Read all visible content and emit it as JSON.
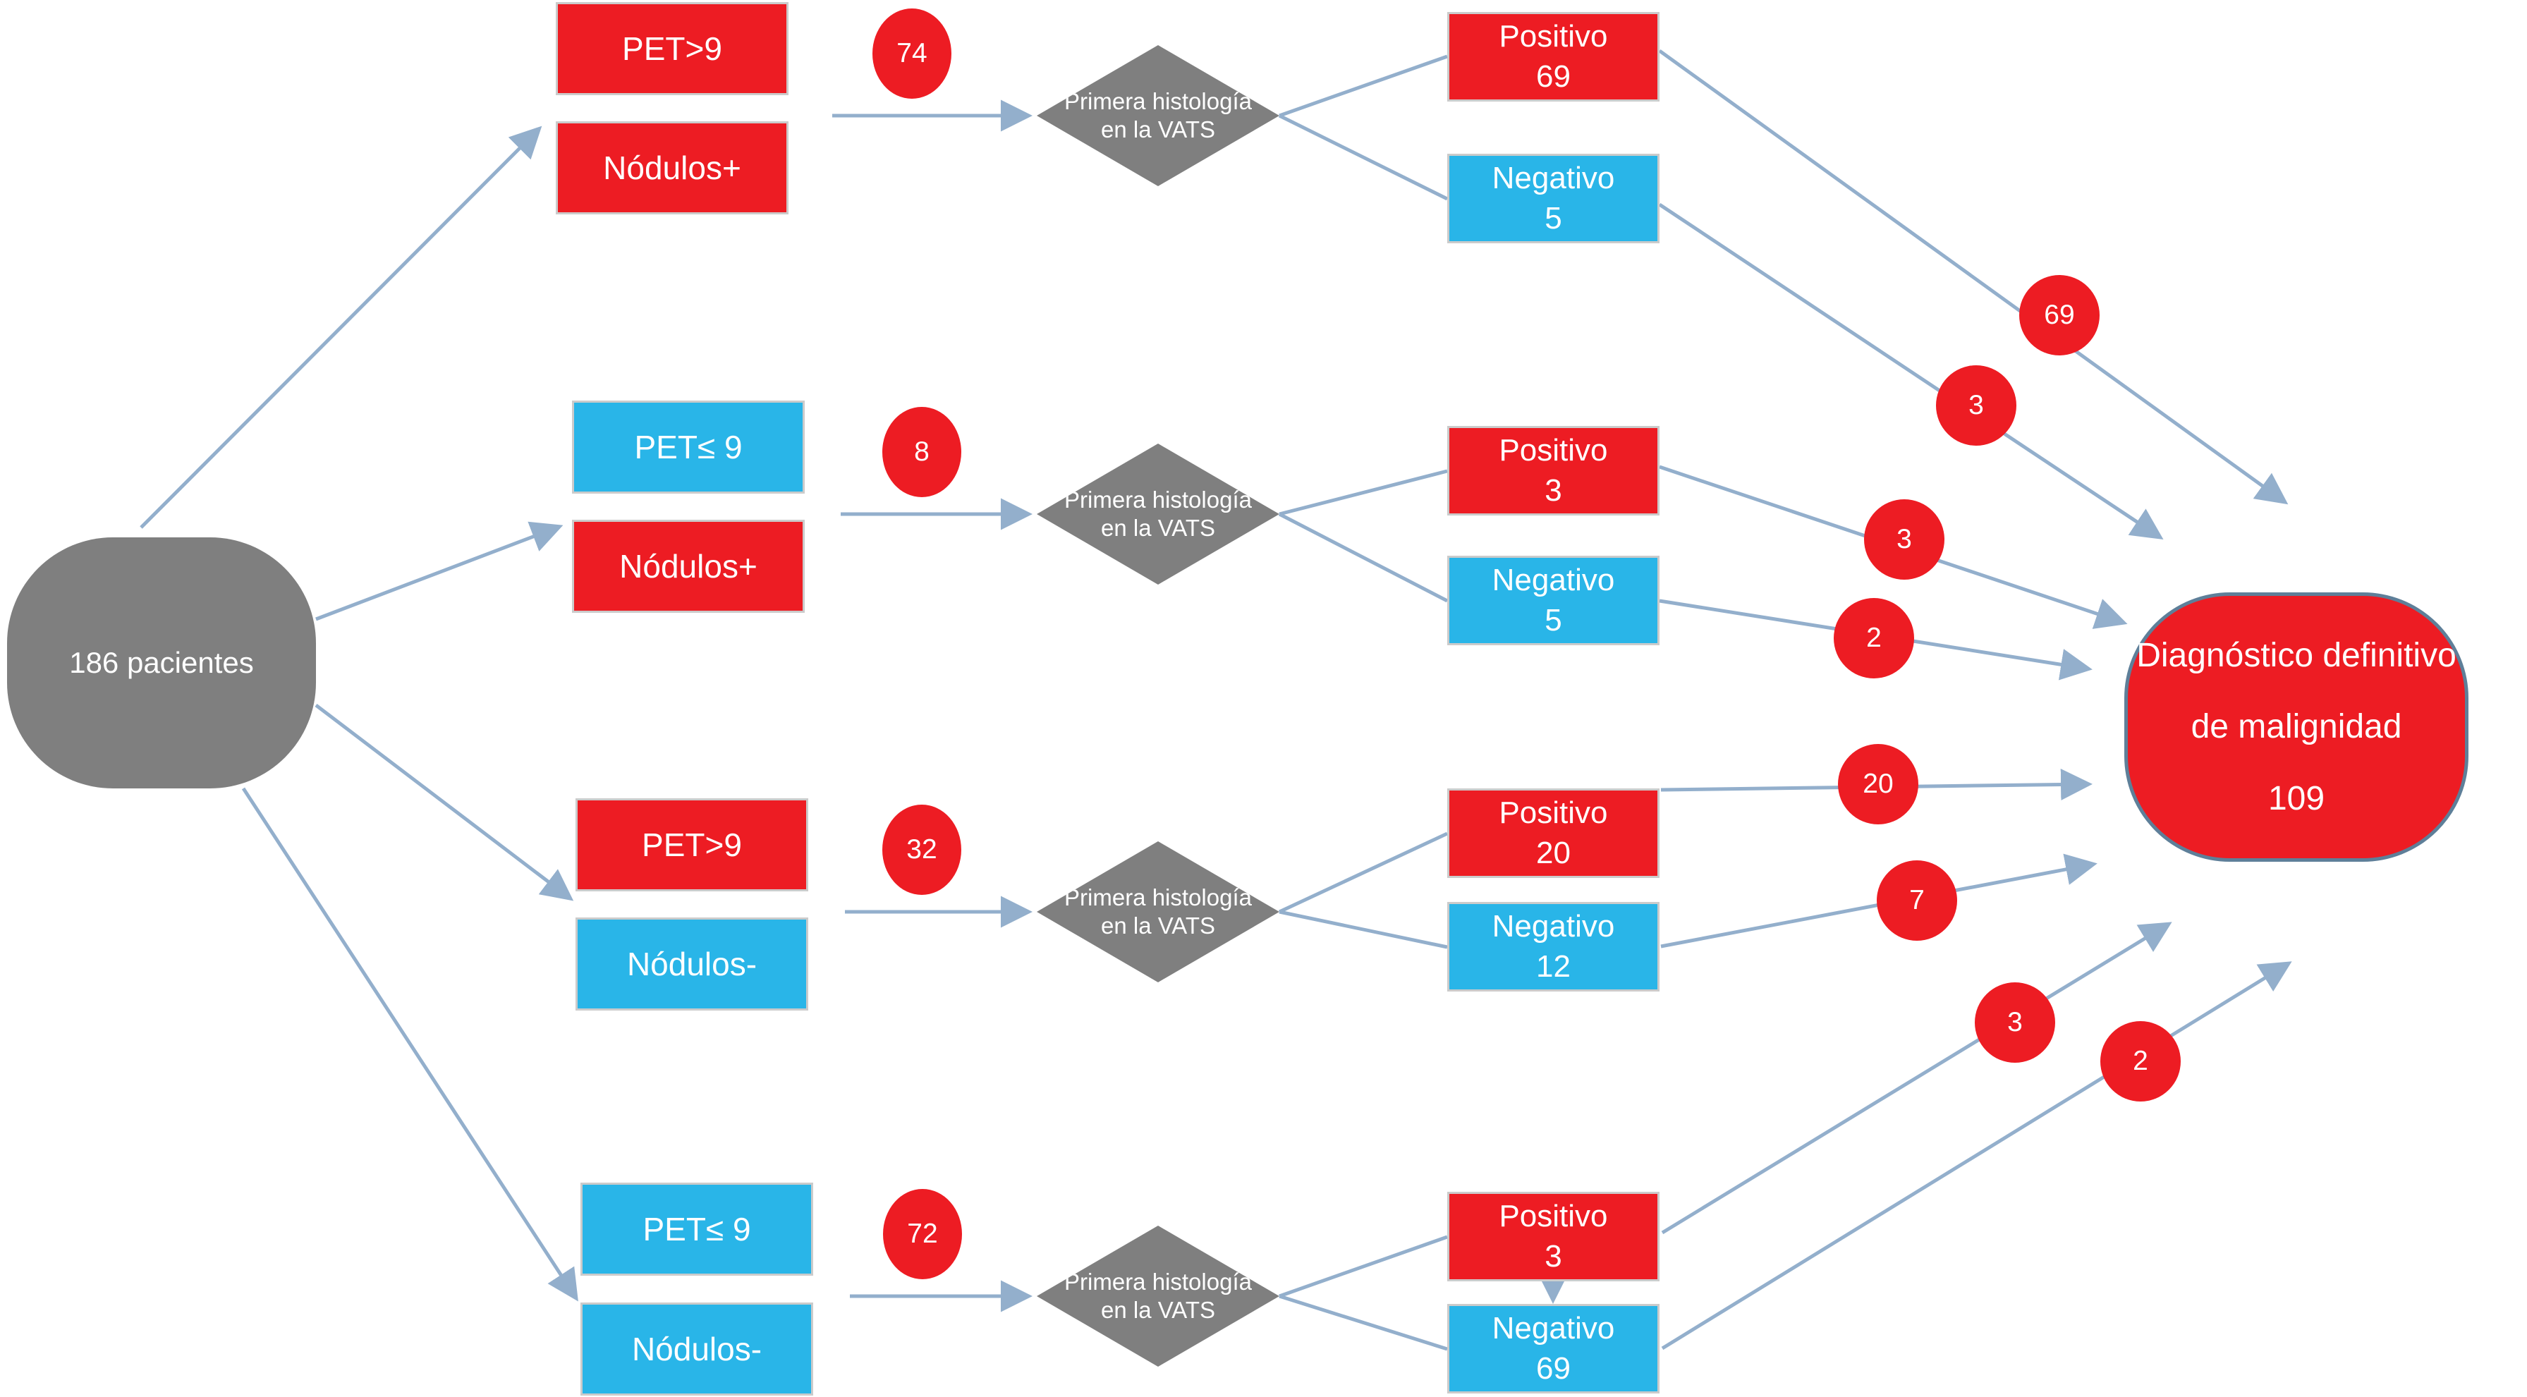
{
  "diagram": {
    "root": {
      "label": "186 pacientes"
    },
    "decision": {
      "line1": "Primera histología",
      "line2": "en la VATS"
    },
    "labels": {
      "positivo": "Positivo",
      "negativo": "Negativo"
    },
    "branches": [
      {
        "pet": "PET>9",
        "pet_color": "red",
        "nodulos": "Nódulos+",
        "nodulos_color": "red",
        "count": "74",
        "count_color": "red",
        "positivo": "69",
        "negativo": "5",
        "edge_pos": "69",
        "edge_neg": "3"
      },
      {
        "pet": "PET≤ 9",
        "pet_color": "cyan",
        "nodulos": "Nódulos+",
        "nodulos_color": "red",
        "count": "8",
        "count_color": "red",
        "positivo": "3",
        "negativo": "5",
        "edge_pos": "3",
        "edge_neg": "2"
      },
      {
        "pet": "PET>9",
        "pet_color": "red",
        "nodulos": "Nódulos-",
        "nodulos_color": "cyan",
        "count": "32",
        "count_color": "red",
        "positivo": "20",
        "negativo": "12",
        "edge_pos": "20",
        "edge_neg": "7"
      },
      {
        "pet": "PET≤ 9",
        "pet_color": "cyan",
        "nodulos": "Nódulos-",
        "nodulos_color": "cyan",
        "count": "72",
        "count_color": "cyan",
        "positivo": "3",
        "negativo": "69",
        "edge_pos": "3",
        "edge_neg": "2"
      }
    ],
    "final": {
      "line1": "Diagnóstico definitivo",
      "line2": "de malignidad",
      "count": "109"
    },
    "colors": {
      "red": "#ED1C23",
      "cyan": "#29B5E8",
      "gray": "#7F7F7F",
      "arrow": "#93AFCC",
      "box_border": "#CBCBCB",
      "final_border": "#5E7F99"
    }
  }
}
